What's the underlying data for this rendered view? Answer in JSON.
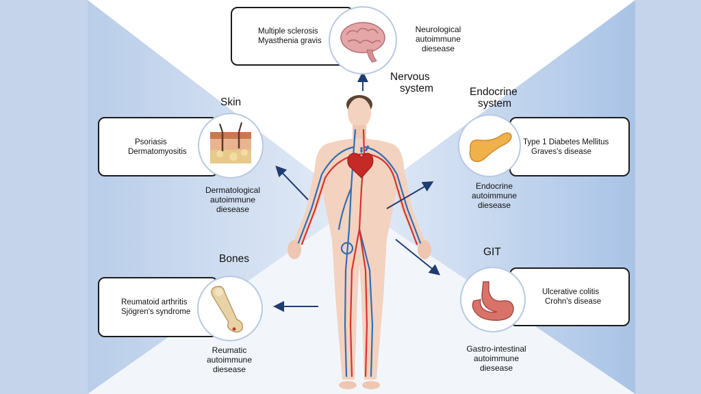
{
  "systems": {
    "nervous": {
      "title_lines": [
        "Nervous",
        "system"
      ],
      "diseases": [
        "Multiple sclerosis",
        "Myasthenia gravis"
      ],
      "category_lines": [
        "Neurological",
        "autoimmune",
        "diesease"
      ],
      "icon": "brain-icon"
    },
    "skin": {
      "title_lines": [
        "Skin"
      ],
      "diseases": [
        "Psoriasis",
        "Dermatomyositis"
      ],
      "category_lines": [
        "Dermatological",
        "autoimmune",
        "diesease"
      ],
      "icon": "skin-layers-icon"
    },
    "endocrine": {
      "title_lines": [
        "Endocrine",
        "system"
      ],
      "diseases": [
        "Type 1 Diabetes Mellitus",
        "Graves's disease"
      ],
      "category_lines": [
        "Endocrine",
        "autoimmune",
        "diesease"
      ],
      "icon": "pancreas-icon"
    },
    "bones": {
      "title_lines": [
        "Bones"
      ],
      "diseases": [
        "Reumatoid arthritis",
        "Sjögren's syndrome"
      ],
      "category_lines": [
        "Reumatic",
        "autoimmune",
        "diesease"
      ],
      "icon": "femur-bone-icon"
    },
    "git": {
      "title_lines": [
        "GIT"
      ],
      "diseases": [
        "Ulcerative colitis",
        "Crohn's disease"
      ],
      "category_lines": [
        "Gastro-intestinal",
        "autoimmune",
        "diesease"
      ],
      "icon": "stomach-icon"
    }
  },
  "figure": {
    "icon": "human-circulatory-system-icon"
  },
  "colors": {
    "outer_bg": "#c9d7ea",
    "panel_blue": "#a9c3e6",
    "panel_white": "#ffffff",
    "arrow": "#1f3c6e",
    "box_border": "#1a1a1a",
    "skin": "#f3d2bf",
    "artery": "#d9302b",
    "vein": "#2f6db3"
  }
}
